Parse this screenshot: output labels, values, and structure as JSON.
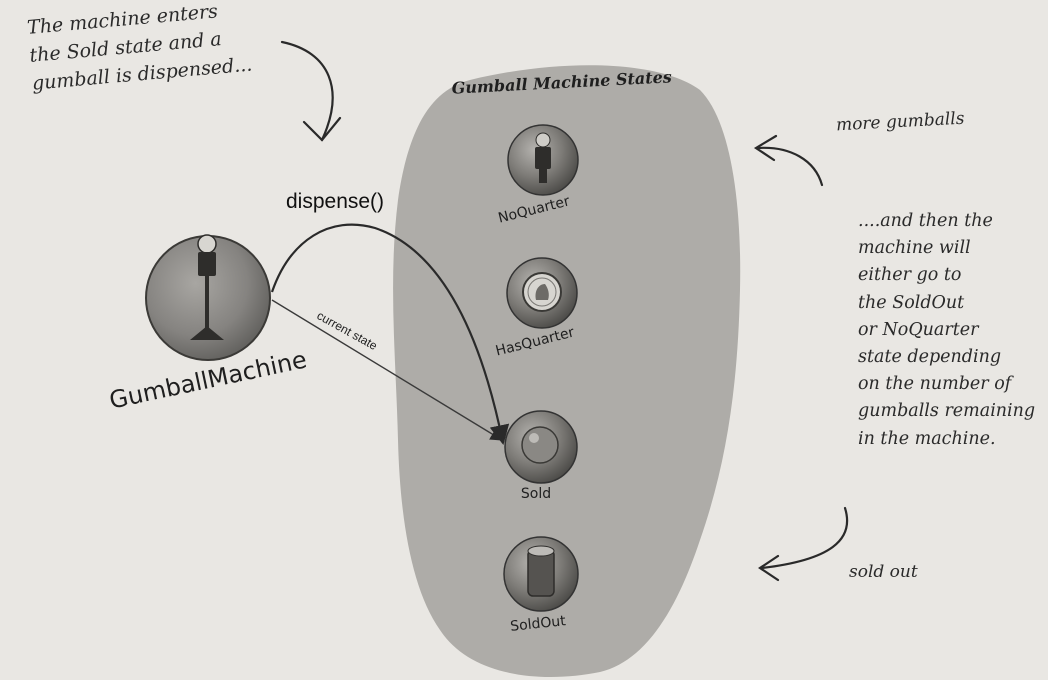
{
  "diagram": {
    "region_title": "Gumball Machine States",
    "context": {
      "label": "GumballMachine"
    },
    "states": [
      {
        "id": "noquarter",
        "label": "NoQuarter"
      },
      {
        "id": "hasquarter",
        "label": "HasQuarter"
      },
      {
        "id": "sold",
        "label": "Sold"
      },
      {
        "id": "soldout",
        "label": "SoldOut"
      }
    ],
    "edges": {
      "dispense": "dispense()",
      "current_state": "current state"
    },
    "annotations": {
      "enters_sold": "The machine enters\nthe Sold state and a\ngumball is dispensed...",
      "more_gumballs": "more gumballs",
      "then_machine": "....and then the\nmachine will\neither go to\nthe SoldOut\nor NoQuarter\nstate depending\non the number of\ngumballs remaining\nin the machine.",
      "sold_out": "sold out"
    }
  },
  "colors": {
    "background": "#e9e7e3",
    "region_fill": "#a7a5a1",
    "node_fill": "#7a7975",
    "ink": "#222222"
  }
}
